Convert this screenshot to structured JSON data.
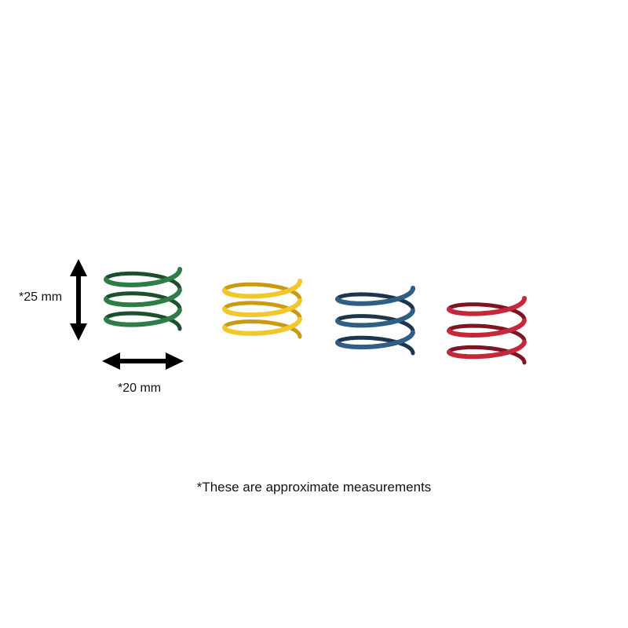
{
  "measurements": {
    "height_label": "*25 mm",
    "width_label": "*20 mm"
  },
  "note": "*These are approximate measurements",
  "springs": [
    {
      "name": "green-spring",
      "color": "#2e7d47",
      "shadow": "#1d4f2e"
    },
    {
      "name": "yellow-spring",
      "color": "#f2c72c",
      "shadow": "#c99a12"
    },
    {
      "name": "blue-spring",
      "color": "#2f5e86",
      "shadow": "#1e3550"
    },
    {
      "name": "red-spring",
      "color": "#c4283a",
      "shadow": "#7e1522"
    }
  ],
  "arrow_color": "#000000"
}
